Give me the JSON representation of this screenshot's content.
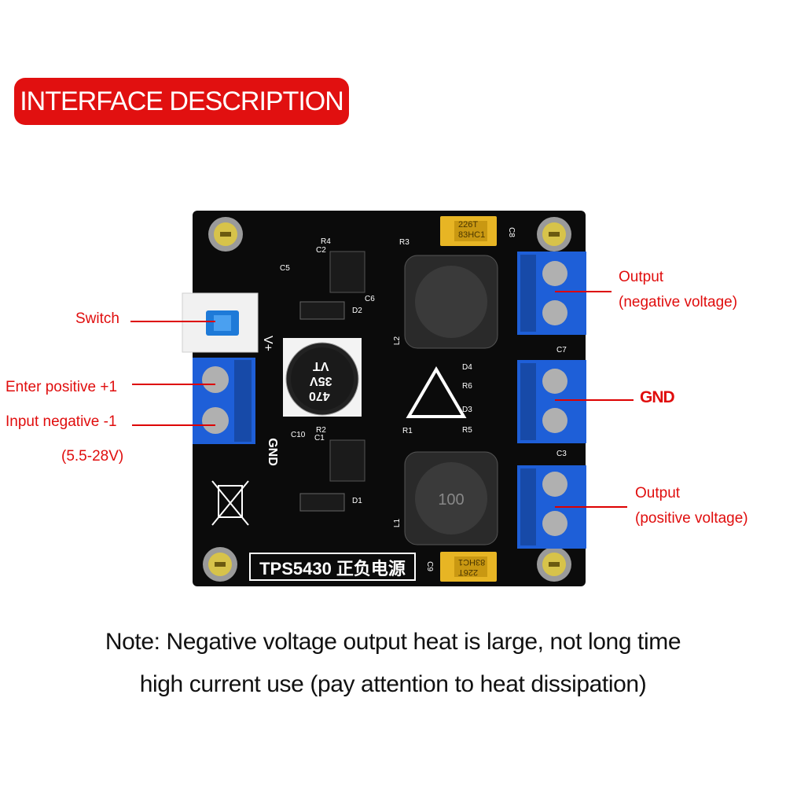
{
  "banner": {
    "title": "INTERFACE DESCRIPTION"
  },
  "labels": {
    "switch": "Switch",
    "enter_positive": "Enter positive +1",
    "input_negative": "Input negative -1",
    "input_range": "(5.5-28V)",
    "output_neg_1": "Output",
    "output_neg_2": "(negative voltage)",
    "gnd": "GND",
    "output_pos_1": "Output",
    "output_pos_2": "(positive voltage)"
  },
  "board": {
    "title": "TPS5430 正负电源",
    "silk_vplus": "V+",
    "silk_gnd": "GND",
    "cap_main": [
      "470",
      "35V",
      "VT"
    ],
    "tant_top": [
      "226T",
      "83HC1"
    ],
    "tant_bottom": [
      "226T",
      "83HC1"
    ],
    "refs": [
      "R4",
      "C2",
      "R3",
      "C5",
      "C6",
      "D2",
      "C8",
      "C7",
      "D4",
      "R6",
      "D3",
      "R5",
      "C10",
      "R2",
      "C1",
      "R1",
      "D1",
      "C3",
      "C9",
      "L1",
      "L2"
    ],
    "inductor_bottom_mark": "100"
  },
  "note": {
    "line1": "Note: Negative voltage output heat is large, not long time",
    "line2": "high current use (pay attention to heat dissipation)"
  },
  "colors": {
    "banner": "#e11010",
    "label": "#e00d0d",
    "pcb": "#0b0b0b",
    "terminal": "#1e5fd8"
  }
}
